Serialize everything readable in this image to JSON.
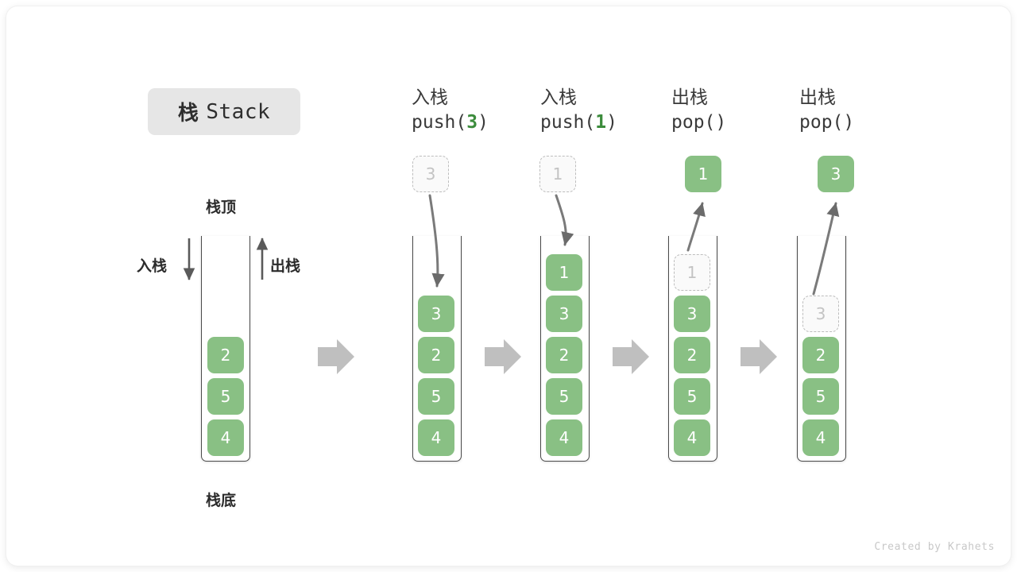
{
  "title": {
    "cjk": "栈",
    "latin": "Stack"
  },
  "labels": {
    "top": "栈顶",
    "bottom": "栈底",
    "push_side": "入栈",
    "pop_side": "出栈"
  },
  "colors": {
    "cell_green": "#89c084",
    "ghost_border": "#bdbdbd",
    "ghost_fill": "#fafafa",
    "arrow_gray": "#bfbfbf",
    "stroke_dark": "#4a4a4a",
    "accent_arg": "#3c8c3c",
    "chip_bg": "#e6e6e6"
  },
  "steps": [
    {
      "id": "initial",
      "op_cjk": "",
      "op_code_pre": "",
      "op_code_arg": "",
      "op_code_post": "",
      "stack": [
        "2",
        "5",
        "4"
      ],
      "floating": null,
      "ghost_in_stack": null
    },
    {
      "id": "push-3",
      "op_cjk": "入栈",
      "op_code_pre": "push(",
      "op_code_arg": "3",
      "op_code_post": ")",
      "stack": [
        "3",
        "2",
        "5",
        "4"
      ],
      "floating": {
        "value": "3",
        "style": "ghost"
      },
      "ghost_in_stack": null
    },
    {
      "id": "push-1",
      "op_cjk": "入栈",
      "op_code_pre": "push(",
      "op_code_arg": "1",
      "op_code_post": ")",
      "stack": [
        "1",
        "3",
        "2",
        "5",
        "4"
      ],
      "floating": {
        "value": "1",
        "style": "ghost"
      },
      "ghost_in_stack": null
    },
    {
      "id": "pop-1",
      "op_cjk": "出栈",
      "op_code_pre": "pop(",
      "op_code_arg": "",
      "op_code_post": ")",
      "stack": [
        "3",
        "2",
        "5",
        "4"
      ],
      "floating": {
        "value": "1",
        "style": "solid"
      },
      "ghost_in_stack": "1"
    },
    {
      "id": "pop-3",
      "op_cjk": "出栈",
      "op_code_pre": "pop(",
      "op_code_arg": "",
      "op_code_post": ")",
      "stack": [
        "2",
        "5",
        "4"
      ],
      "floating": {
        "value": "3",
        "style": "solid"
      },
      "ghost_in_stack": "3"
    }
  ],
  "footer": "Created by Krahets"
}
